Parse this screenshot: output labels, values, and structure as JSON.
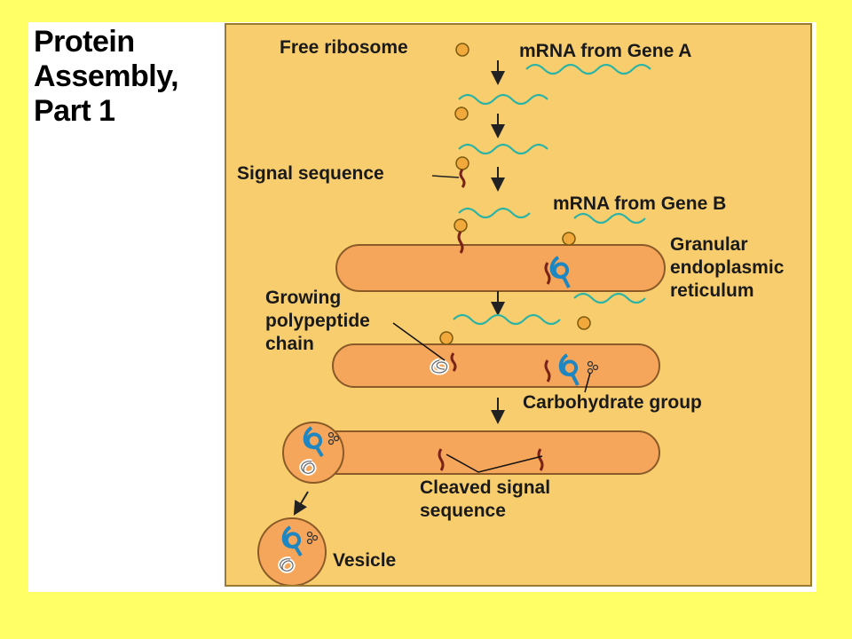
{
  "slide": {
    "title": "Protein\nAssembly,\nPart 1"
  },
  "labels": {
    "free_ribosome": "Free ribosome",
    "mrna_gene_a": "mRNA from Gene A",
    "signal_sequence": "Signal sequence",
    "mrna_gene_b": "mRNA from Gene B",
    "granular_er_line1": "Granular",
    "granular_er_line2": "endoplasmic",
    "granular_er_line3": "reticulum",
    "growing_line1": "Growing",
    "growing_line2": "polypeptide",
    "growing_line3": "chain",
    "carbohydrate_group": "Carbohydrate group",
    "cleaved_line1": "Cleaved signal",
    "cleaved_line2": "sequence",
    "vesicle": "Vesicle"
  },
  "colors": {
    "background": "#ffff66",
    "panel": "#f7cd6e",
    "er_fill": "#f5a65a",
    "mrna": "#2bb3a6",
    "ribosome": "#f2a93b",
    "protein_blue": "#1e86c0",
    "signal_peptide": "#7a2318"
  }
}
